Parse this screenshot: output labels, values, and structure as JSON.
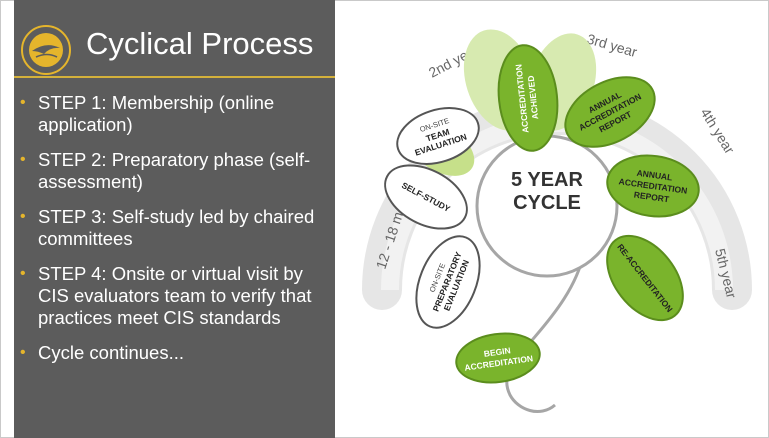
{
  "header": {
    "title": "Cyclical Process",
    "logo_icon": "cis-seal-icon",
    "rule_color": "#d4b13b"
  },
  "steps": [
    "STEP 1: Membership (online application)",
    "STEP 2: Preparatory phase (self-assessment)",
    "STEP 3: Self-study led by chaired committees",
    "STEP 4: Onsite or virtual visit by CIS evaluators team to verify that practices meet CIS standards",
    "Cycle continues..."
  ],
  "cycle": {
    "center_line1": "5 YEAR",
    "center_line2": "CYCLE",
    "arc_labels": [
      "12 - 18 months . . .",
      "2nd year",
      "3rd year",
      "4th year",
      "5th year"
    ],
    "leaf_labels": {
      "begin": [
        "BEGIN",
        "ACCREDITATION"
      ],
      "preparatory": [
        "ON-SITE",
        "PREPARATORY",
        "EVALUATION"
      ],
      "self_study": [
        "SELF-STUDY"
      ],
      "team_eval": [
        "ON-SITE",
        "TEAM",
        "EVALUATION"
      ],
      "achieved": [
        "ACCREDITATION",
        "ACHIEVED"
      ],
      "annual1": [
        "ANNUAL",
        "ACCREDITATION",
        "REPORT"
      ],
      "annual2": [
        "ANNUAL",
        "ACCREDITATION",
        "REPORT"
      ],
      "reaccred": [
        "RE-ACCREDITATION"
      ]
    },
    "colors": {
      "green": "#7ab42c",
      "light_green": "#bfdc7d",
      "arc": "#e6e6e6",
      "accent": "#e5b52c",
      "panel": "#5c5c5c"
    }
  }
}
